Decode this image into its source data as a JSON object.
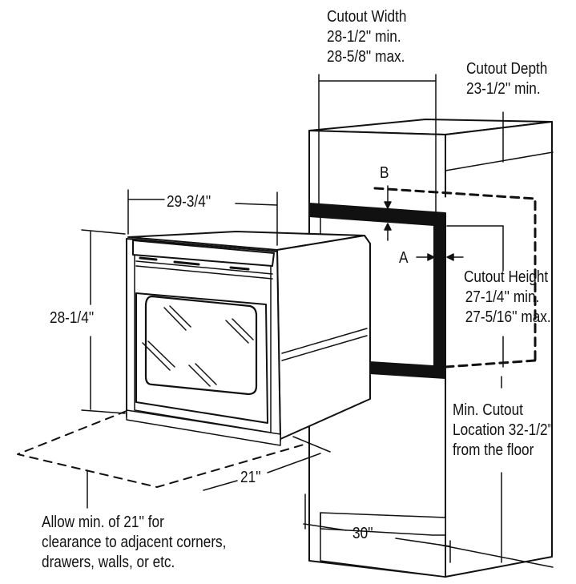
{
  "labels": {
    "cutout_width": [
      "Cutout Width",
      "28-1/2'' min.",
      "28-5/8'' max."
    ],
    "cutout_depth": [
      "Cutout Depth",
      "23-1/2'' min."
    ],
    "cutout_height": [
      "Cutout Height",
      "27-1/4'' min.",
      "27-5/16'' max."
    ],
    "min_cutout_location": [
      "Min. Cutout",
      "Location 32-1/2\"",
      "from the floor"
    ],
    "oven_width": "29-3/4''",
    "oven_height": "28-1/4''",
    "oven_depth": "21''",
    "cabinet_width": "30''",
    "marker_a": "A",
    "marker_b": "B",
    "clearance_note": [
      "Allow min. of 21'' for",
      "clearance to adjacent corners,",
      "drawers, walls, or etc."
    ]
  },
  "colors": {
    "ink": "#111111",
    "background": "#ffffff",
    "glass": "#ffffff"
  }
}
